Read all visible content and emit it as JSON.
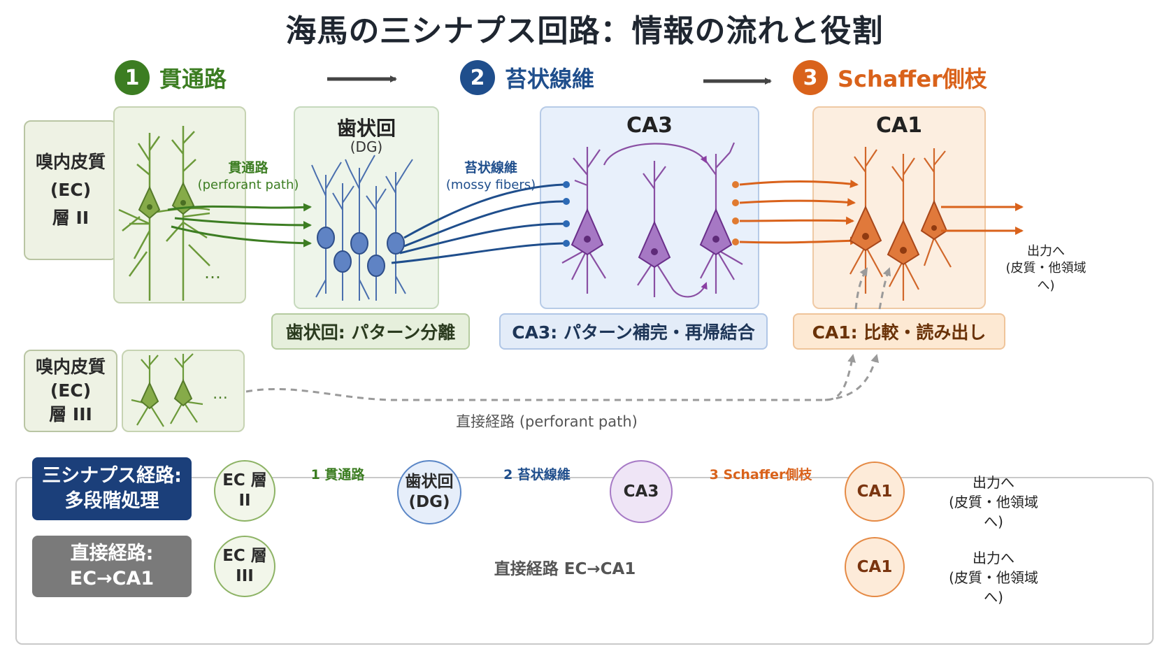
{
  "title": "海馬の三シナプス回路：情報の流れと役割",
  "colors": {
    "green": "#3c7d22",
    "blue": "#1f4e8c",
    "orange": "#d9621b",
    "gray": "#777777"
  },
  "steps": [
    {
      "num": "1",
      "label": "貫通路"
    },
    {
      "num": "2",
      "label": "苔状線維"
    },
    {
      "num": "3",
      "label": "Schaffer側枝"
    }
  ],
  "ec2": {
    "line1": "嗅内皮質",
    "line2": "(EC)",
    "line3": "層 II"
  },
  "ec3": {
    "line1": "嗅内皮質",
    "line2": "(EC)",
    "line3": "層 III"
  },
  "dots": "…",
  "dg": {
    "title": "歯状回",
    "sub": "(DG)",
    "role": "歯状回: パターン分離"
  },
  "ca3": {
    "title": "CA3",
    "role": "CA3: パターン補完・再帰結合"
  },
  "ca1": {
    "title": "CA1",
    "role": "CA1: 比較・読み出し"
  },
  "path_labels": {
    "perforant_jp": "貫通路",
    "perforant_en": "(perforant path)",
    "mossy_jp": "苔状線維",
    "mossy_en": "(mossy fibers)",
    "direct": "直接経路 (perforant path)"
  },
  "output": {
    "line1": "出力へ",
    "line2": "(皮質・他領域へ)"
  },
  "summary": {
    "tri_tag_line1": "三シナプス経路:",
    "tri_tag_line2": "多段階処理",
    "direct_tag_line1": "直接経路:",
    "direct_tag_line2": "EC→CA1",
    "ec2": "EC 層 II",
    "dg_line1": "歯状回",
    "dg_line2": "(DG)",
    "ca3": "CA3",
    "ca1": "CA1",
    "arrow1": "1 貫通路",
    "arrow2": "2 苔状線維",
    "arrow3": "3 Schaffer側枝",
    "ec3": "EC 層 III",
    "direct_label": "直接経路 EC→CA1",
    "out_line1": "出力へ",
    "out_line2": "(皮質・他領域へ)"
  }
}
